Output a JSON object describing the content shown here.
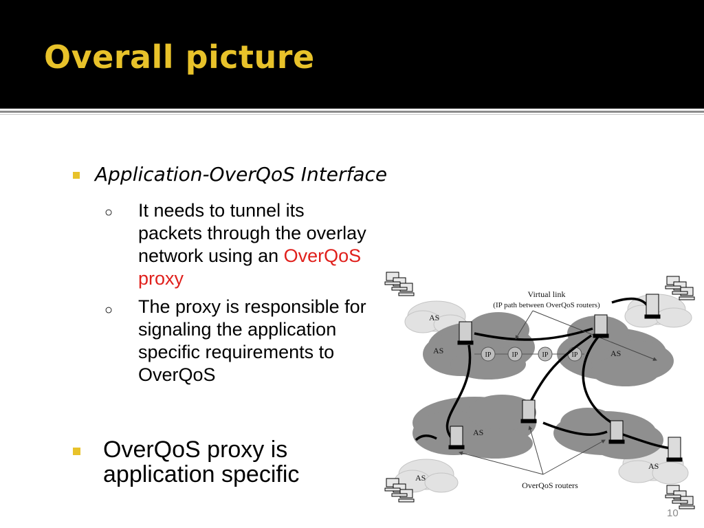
{
  "slide": {
    "title": "Overall picture",
    "page_number": "10"
  },
  "bullets": {
    "level1_a": "Application-OverQoS Interface",
    "sub1_text": "It needs to tunnel its packets through the overlay network using an ",
    "sub1_highlight": "OverQoS proxy",
    "sub2_text": "The proxy is responsible for signaling the application specific requirements to OverQoS",
    "level1_b": "OverQoS proxy is application specific"
  },
  "diagram": {
    "virtual_link_label": "Virtual link",
    "virtual_link_sub": "(IP path between OverQoS routers)",
    "overqos_routers_label": "OverQoS routers",
    "as_label": "AS",
    "ip_label": "IP"
  },
  "colors": {
    "header_bg": "#000000",
    "title": "#e8c22a",
    "bullet": "#e8c22a",
    "highlight": "#e0201c"
  }
}
